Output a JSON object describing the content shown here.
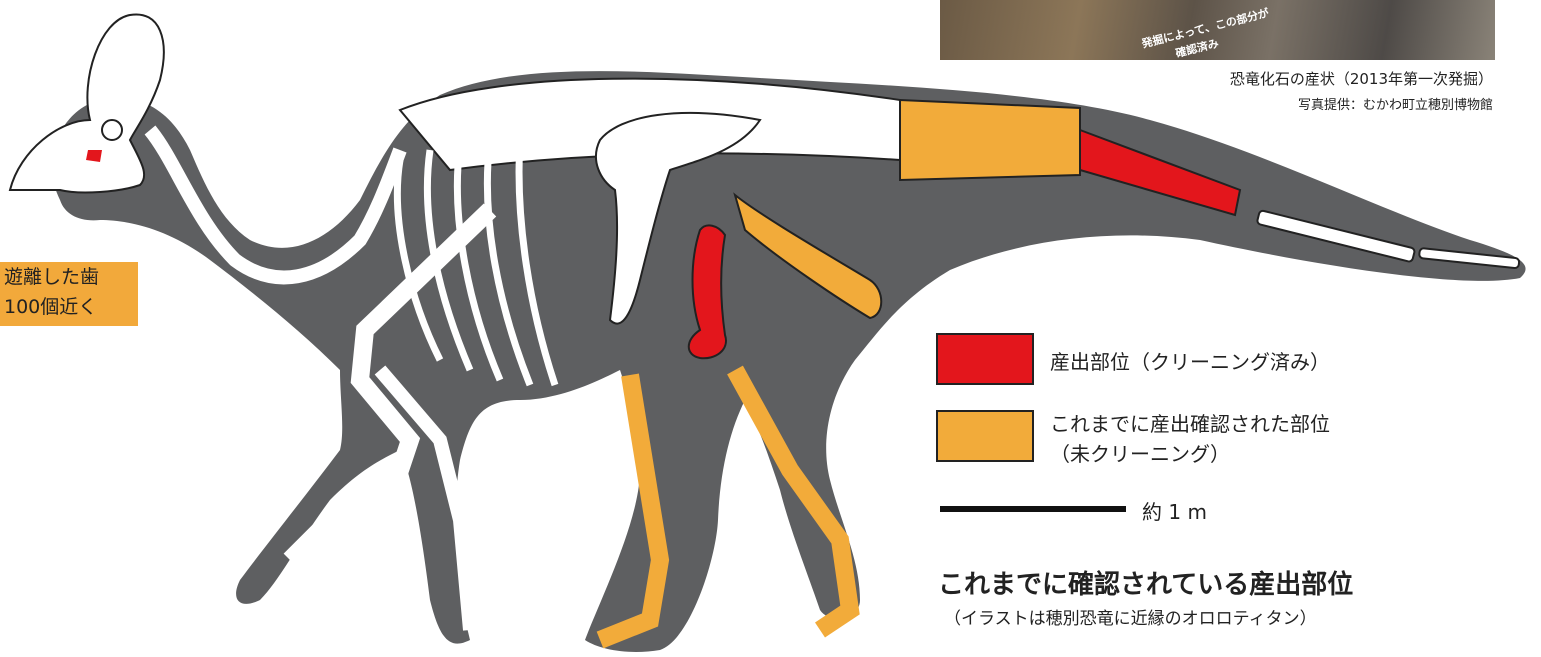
{
  "photo": {
    "overlay_line1": "発掘によって、この部分が",
    "overlay_line2": "確認済み",
    "caption": "恐竜化石の産状（2013年第一次発掘）",
    "credit": "写真提供：むかわ町立穂別博物館"
  },
  "tooth_label": {
    "line1": "遊離した歯",
    "line2": "100個近く"
  },
  "legend": {
    "items": [
      {
        "label": "産出部位（クリーニング済み）",
        "color": "#e3161c"
      },
      {
        "label": "これまでに産出確認された部位",
        "label2": "（未クリーニング）",
        "color": "#f2ab3a"
      }
    ],
    "scale_label": "約 1 m"
  },
  "title": "これまでに確認されている産出部位",
  "subtitle": "（イラストは穂別恐竜に近縁のオロロティタン）",
  "colors": {
    "silhouette": "#5e5f61",
    "bone": "#ffffff",
    "cleaned": "#e3161c",
    "uncleaned": "#f2ab3a"
  }
}
